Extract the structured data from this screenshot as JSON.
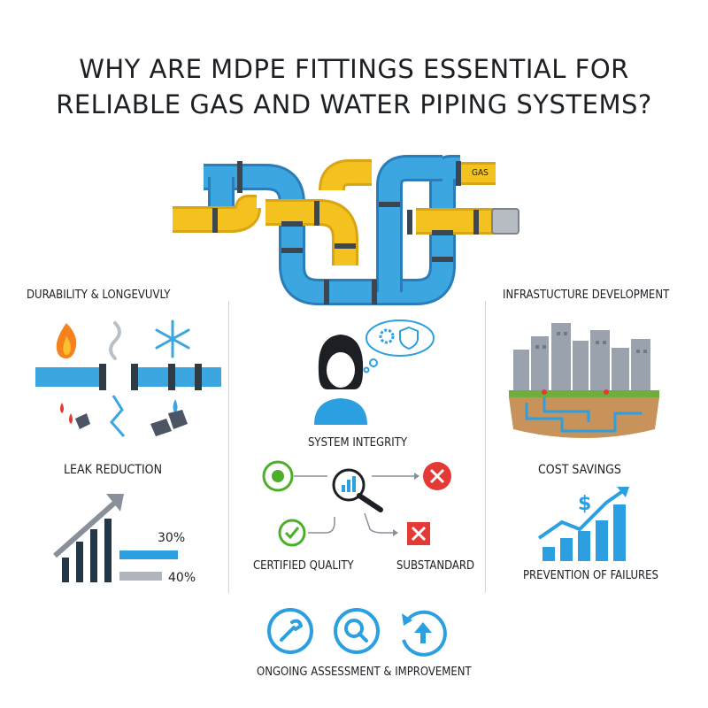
{
  "title_line1": "WHY ARE MDPE FITTINGS ESSENTIAL FOR",
  "title_line2": "RELIABLE GAS AND WATER PIPING SYSTEMS?",
  "pipe_tag": "GAS",
  "sections": {
    "durability": "DURABILITY & LONGEVUVLY",
    "infrastructure": "INFRASTUCTURE DEVELOPMENT",
    "system_integrity": "SYSTEM INTEGRITY",
    "leak_reduction": "LEAK REDUCTION",
    "cost_savings": "COST SAVINGS",
    "certified_quality": "CERTIFIED QUALITY",
    "substandard": "SUBSTANDARD",
    "prevention": "PREVENTION OF FAILURES",
    "ongoing": "ONGOING ASSESSMENT & IMPROVEMENT"
  },
  "leak_bars": {
    "bar1_label": "30%",
    "bar2_label": "40%"
  },
  "colors": {
    "blue_pipe": "#3ba6e0",
    "yellow_pipe": "#f4c21f",
    "navy": "#243746",
    "green": "#4caf2a",
    "red": "#e53935"
  }
}
